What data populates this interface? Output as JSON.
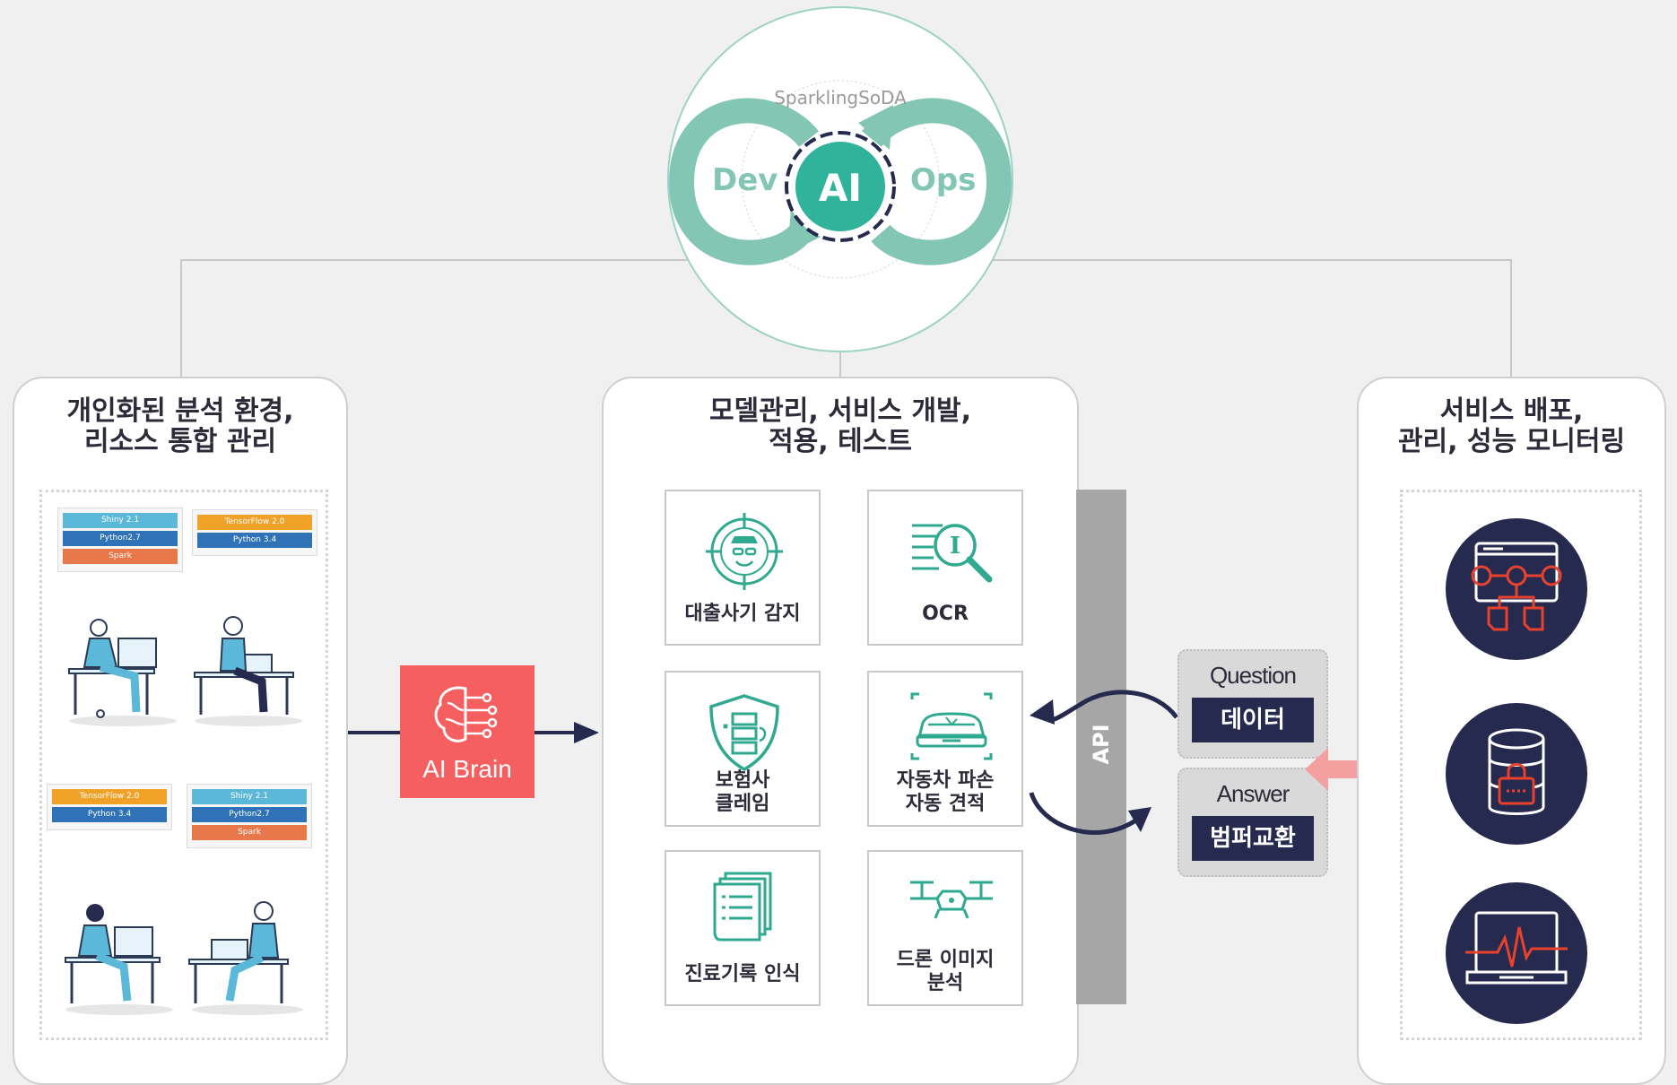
{
  "header": {
    "brand": "SparklingSoDA",
    "dev_label": "Dev",
    "ai_label": "AI",
    "ops_label": "Ops"
  },
  "left_panel": {
    "title": "개인화된 분석 환경,\n리소스 통합 관리",
    "stacks": [
      {
        "layers": [
          {
            "label": "Shiny 2.1",
            "color": "#5bb8d8"
          },
          {
            "label": "Python2.7",
            "color": "#2f72b8"
          },
          {
            "label": "Spark",
            "color": "#e8784a"
          }
        ]
      },
      {
        "layers": [
          {
            "label": "TensorFlow 2.0",
            "color": "#f0a128"
          },
          {
            "label": "Python 3.4",
            "color": "#2f72b8"
          }
        ]
      },
      {
        "layers": [
          {
            "label": "TensorFlow 2.0",
            "color": "#f0a128"
          },
          {
            "label": "Python 3.4",
            "color": "#2f72b8"
          }
        ]
      },
      {
        "layers": [
          {
            "label": "Shiny 2.1",
            "color": "#5bb8d8"
          },
          {
            "label": "Python2.7",
            "color": "#2f72b8"
          },
          {
            "label": "Spark",
            "color": "#e8784a"
          }
        ]
      }
    ]
  },
  "ai_brain": {
    "label": "AI Brain",
    "color": "#f65f5f"
  },
  "center_panel": {
    "title": "모델관리, 서비스 개발,\n적용, 테스트",
    "tiles": [
      {
        "label": "대출사기 감지",
        "icon": "fraud-detection-icon"
      },
      {
        "label": "OCR",
        "icon": "ocr-search-icon"
      },
      {
        "label": "보험사\n클레임",
        "icon": "insurance-shield-icon"
      },
      {
        "label": "자동차 파손\n자동 견적",
        "icon": "car-damage-icon"
      },
      {
        "label": "진료기록 인식",
        "icon": "medical-record-icon"
      },
      {
        "label": "드론 이미지\n분석",
        "icon": "drone-icon"
      }
    ],
    "api_label": "API"
  },
  "qa": {
    "question_label": "Question",
    "question_value": "데이터",
    "answer_label": "Answer",
    "answer_value": "범퍼교환"
  },
  "right_panel": {
    "title": "서비스 배포,\n관리, 성능 모니터링",
    "icons": [
      "workflow-icon",
      "secure-database-icon",
      "performance-monitor-icon"
    ]
  },
  "colors": {
    "teal": "#82c6b3",
    "teal_dark": "#2fb39a",
    "navy": "#262a4f",
    "brain": "#f65f5f",
    "icon_red": "#e8422e",
    "icon_green": "#2fa98f"
  }
}
